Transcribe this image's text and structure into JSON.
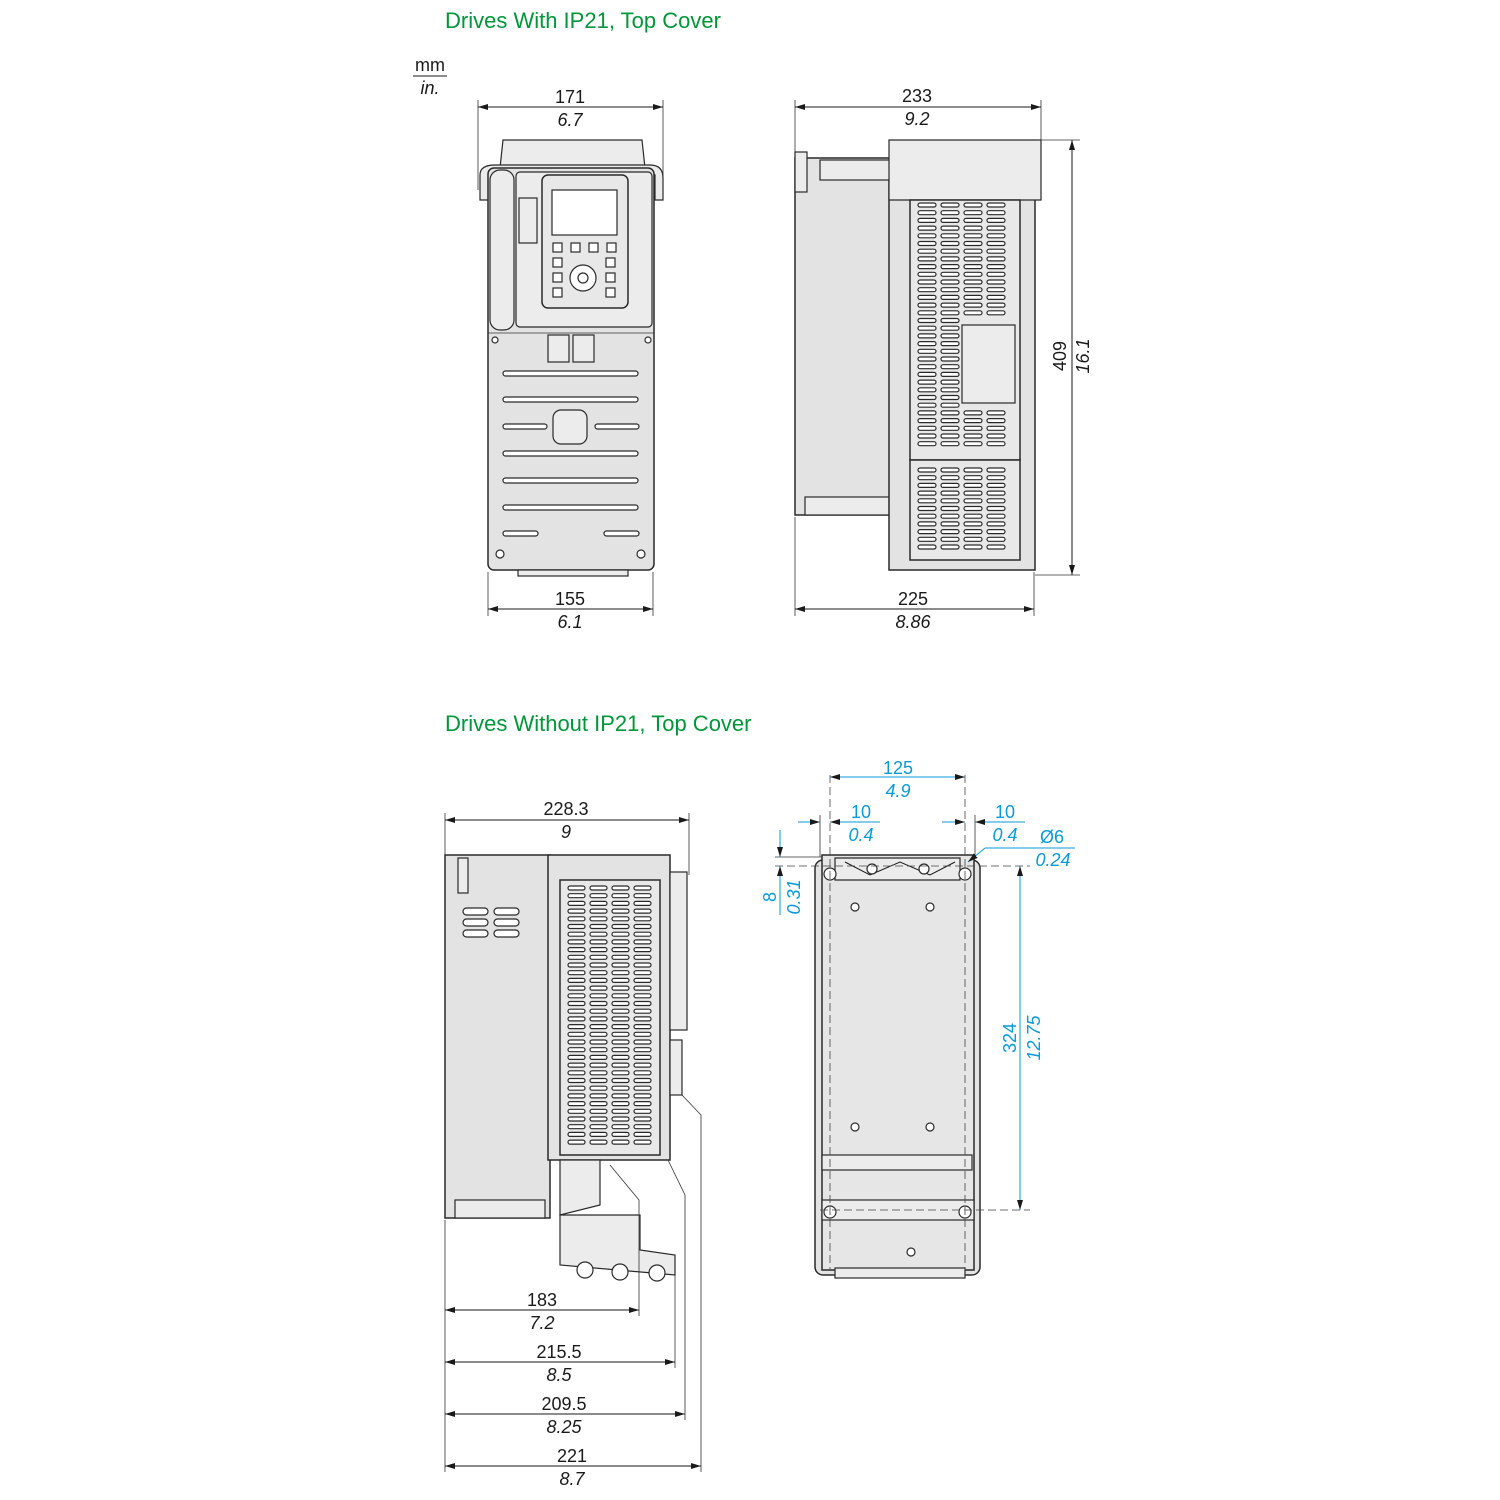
{
  "titles": {
    "with_cover": "Drives With IP21, Top Cover",
    "without_cover": "Drives Without IP21, Top Cover"
  },
  "units": {
    "primary": "mm",
    "secondary": "in."
  },
  "colors": {
    "title": "#009639",
    "mounting_dims": "#0a9ad7",
    "body": "#e3e3e3"
  },
  "front_view": {
    "top_width": {
      "mm": "171",
      "in": "6.7"
    },
    "bottom_width": {
      "mm": "155",
      "in": "6.1"
    }
  },
  "side_view": {
    "top_depth": {
      "mm": "233",
      "in": "9.2"
    },
    "height": {
      "mm": "409",
      "in": "16.1"
    },
    "bottom_depth": {
      "mm": "225",
      "in": "8.86"
    }
  },
  "side_view_no_cover": {
    "depth": {
      "mm": "228.3",
      "in": "9"
    },
    "dims": [
      {
        "mm": "183",
        "in": "7.2"
      },
      {
        "mm": "215.5",
        "in": "8.5"
      },
      {
        "mm": "209.5",
        "in": "8.25"
      },
      {
        "mm": "221",
        "in": "8.7"
      }
    ]
  },
  "rear_view": {
    "hole_spacing": {
      "mm": "125",
      "in": "4.9"
    },
    "left_offset": {
      "mm": "10",
      "in": "0.4"
    },
    "right_offset": {
      "mm": "10",
      "in": "0.4"
    },
    "hole_diameter": {
      "mm": "Ø6",
      "in": "0.24"
    },
    "top_offset": {
      "mm": "8",
      "in": "0.31"
    },
    "vertical_spacing": {
      "mm": "324",
      "in": "12.75"
    }
  }
}
